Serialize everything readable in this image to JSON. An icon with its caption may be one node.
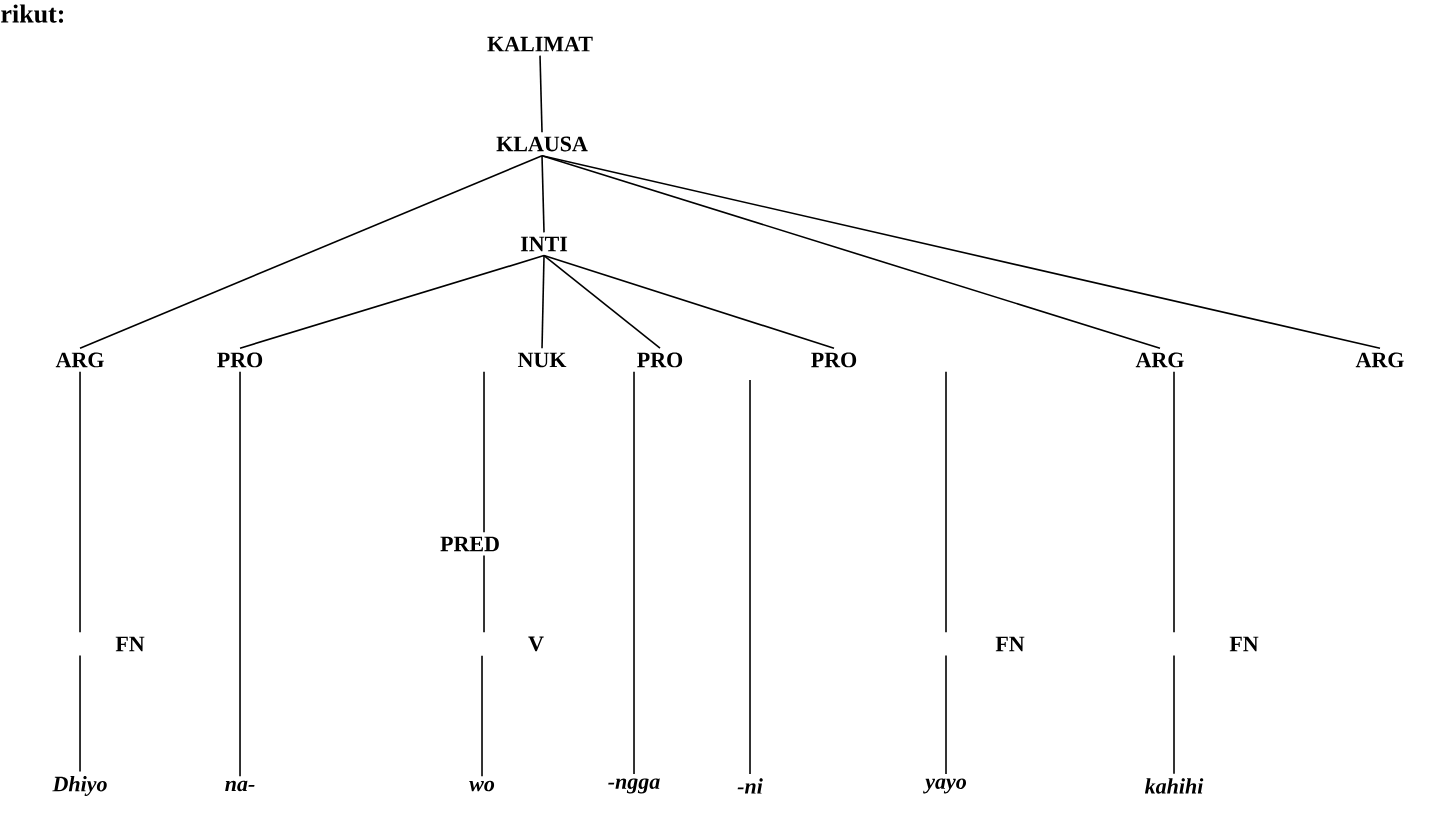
{
  "diagram": {
    "nodes": [
      {
        "text": [
          "KALIMAT"
        ]
      },
      {
        "text": [
          "KLAUSA"
        ]
      },
      {
        "text": [
          "INTI"
        ]
      },
      {
        "text": [
          "ARG"
        ]
      },
      {
        "text": [
          "PRO"
        ]
      },
      {
        "text": [
          "NUK"
        ]
      },
      {
        "text": [
          "PRO"
        ]
      },
      {
        "text": [
          "PRO"
        ]
      },
      {
        "text": [
          "ARG"
        ]
      },
      {
        "text": [
          "ARG"
        ]
      },
      {
        "text": [
          "PRED"
        ]
      },
      {
        "text": [
          "FN"
        ]
      },
      {
        "text": [
          "V"
        ]
      },
      {
        "text": [
          "FN"
        ]
      },
      {
        "text": [
          "FN"
        ]
      },
      {
        "text": [
          "Dhiyo"
        ]
      },
      {
        "text": [
          "na-"
        ]
      },
      {
        "text": [
          "wo"
        ]
      },
      {
        "text": [
          "-ngga"
        ]
      },
      {
        "text": [
          "-ni"
        ]
      },
      {
        "text": [
          "yayo"
        ]
      },
      {
        "text": [
          "kahihi"
        ]
      }
    ],
    "edges": [
      {
        "from": 0,
        "to": 1,
        "arrow": "none"
      },
      {
        "from": 1,
        "to": 3,
        "arrow": "none"
      },
      {
        "from": 1,
        "to": 2,
        "arrow": "none"
      },
      {
        "from": 1,
        "to": 8,
        "arrow": "none"
      },
      {
        "from": 1,
        "to": 9,
        "arrow": "none"
      },
      {
        "from": 2,
        "to": 4,
        "arrow": "none"
      },
      {
        "from": 2,
        "to": 5,
        "arrow": "none"
      },
      {
        "from": 2,
        "to": 6,
        "arrow": "none"
      },
      {
        "from": 2,
        "to": 7,
        "arrow": "none"
      },
      {
        "from": 3,
        "to": 11,
        "arrow": "none"
      },
      {
        "from": 11,
        "to": 15,
        "arrow": "none"
      },
      {
        "from": 4,
        "to": 16,
        "arrow": "none"
      },
      {
        "from": 5,
        "to": 10,
        "arrow": "none"
      },
      {
        "from": 10,
        "to": 12,
        "arrow": "none"
      },
      {
        "from": 12,
        "to": 17,
        "arrow": "none"
      },
      {
        "from": 6,
        "to": 18,
        "arrow": "none"
      },
      {
        "from": null,
        "to": 19,
        "arrow": "none"
      },
      {
        "from": 7,
        "to": 13,
        "arrow": "none"
      },
      {
        "from": 13,
        "to": 20,
        "arrow": "none"
      },
      {
        "from": 8,
        "to": 14,
        "arrow": "none"
      },
      {
        "from": 14,
        "to": 21,
        "arrow": "none"
      }
    ],
    "labels": [
      "rikut:"
    ]
  }
}
